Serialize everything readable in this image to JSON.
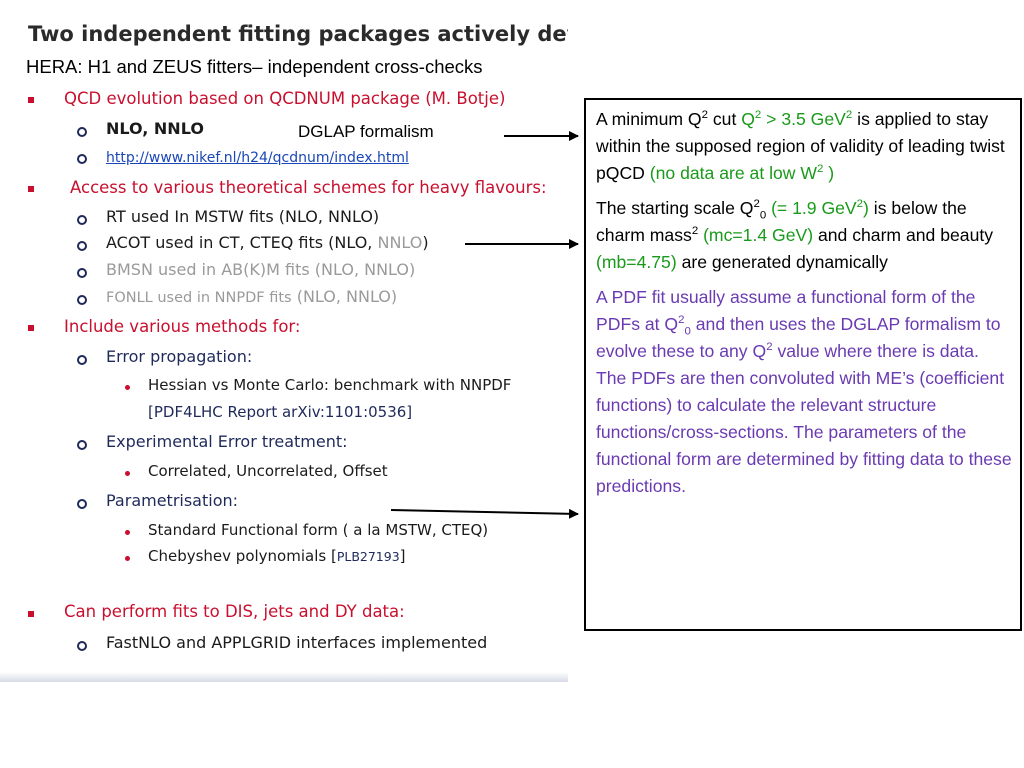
{
  "slide": {
    "title": "Two independent fitting packages actively developed at",
    "subtitle": "HERA: H1 and ZEUS fitters– independent cross-checks",
    "dglap_label": "DGLAP formalism",
    "qcd": {
      "heading": "QCD evolution based on QCDNUM package (M. Botje)",
      "nlo": "NLO, NNLO",
      "url": "http://www.nikef.nl/h24/qcdnum/index.html"
    },
    "heavy": {
      "heading": "Access to various theoretical schemes for heavy flavours:",
      "rt": "RT used In MSTW fits  (NLO, NNLO)",
      "acot_a": "ACOT used in CT, CTEQ fits (NLO, ",
      "acot_b": "NNLO",
      "acot_c": ")",
      "bmsn": "BMSN used in AB(K)M fits (NLO, NNLO)",
      "fonll_a": "FONLL used in NNPDF fits",
      "fonll_b": "  (NLO, NNLO)"
    },
    "methods": {
      "heading": "Include various methods for:",
      "error_prop": "Error propagation:",
      "hessian": "Hessian vs Monte Carlo: benchmark with NNPDF",
      "pdf4lhc": "[PDF4LHC Report arXiv:1101:0536]",
      "exp_error": "Experimental Error treatment:",
      "correlated": "Correlated, Uncorrelated, Offset",
      "param": "Parametrisation:",
      "standard": "Standard Functional form ( a la MSTW, CTEQ)",
      "cheb_a": "Chebyshev polynomials [",
      "cheb_b": "PLB27193",
      "cheb_c": "]"
    },
    "fits": {
      "heading": "Can perform fits to DIS, jets and DY data:",
      "fastnlo": "FastNLO and APPLGRID interfaces implemented"
    }
  },
  "info_box": {
    "p1": {
      "t1": "A minimum Q",
      "t1_sup": "2",
      "t2": " cut ",
      "g1": "Q",
      "g1_sup": "2",
      "g2": " > 3.5 GeV",
      "g2_sup": "2",
      "t3": " is applied to stay within the supposed region of validity of leading twist pQCD ",
      "g3": "(no data are at low W",
      "g3_sup": "2",
      "g4": " )"
    },
    "p2": {
      "t1": "The starting scale Q",
      "t1_sup": "2",
      "t1_sub": "0",
      "t2": " ",
      "g1": "(= 1.9 GeV",
      "g1_sup": "2",
      "g2": ")",
      "t3": " is below the charm mass",
      "t3_sup": "2",
      "t4": " ",
      "g3": "(mc=1.4 GeV)",
      "t5": " and charm and beauty ",
      "g4": "(mb=4.75)",
      "t6": " are generated dynamically"
    },
    "p3": {
      "t1": "A PDF fit usually assume a functional form of the PDFs at Q",
      "t1_sup": "2",
      "t1_sub": "0",
      "t2": " and then uses the DGLAP formalism to evolve these to any Q",
      "t2_sup": "2",
      "t3": " value where there is data. The PDFs are then convoluted with ME’s (coefficient functions) to calculate the relevant structure functions/cross-sections. The parameters of the functional form are determined by fitting data to these predictions."
    }
  },
  "colors": {
    "red_heading": "#c8102e",
    "navy_text": "#1f2a5a",
    "green_text": "#1a9a1a",
    "purple_text": "#6a3ab2",
    "link_blue": "#1a47b8"
  }
}
